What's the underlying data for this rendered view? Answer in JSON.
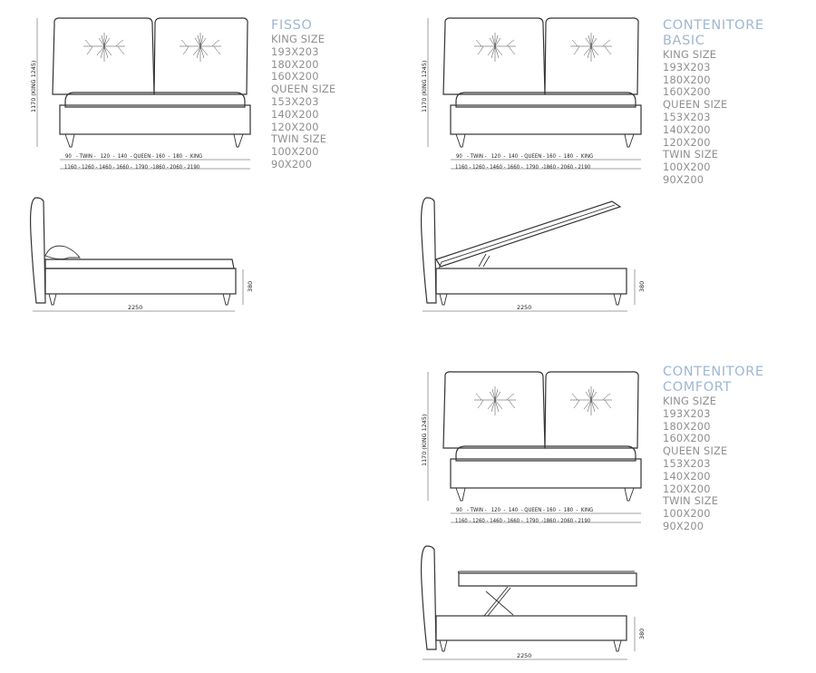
{
  "products": [
    {
      "title_lines": [
        "FISSO"
      ],
      "sections": [
        {
          "label": "KING SIZE",
          "sizes": [
            "193X203",
            "180X200",
            "160X200"
          ]
        },
        {
          "label": "QUEEN SIZE",
          "sizes": [
            "153X203",
            "140X200",
            "120X200"
          ]
        },
        {
          "label": "TWIN SIZE",
          "sizes": [
            "100X200",
            "90X200"
          ]
        }
      ],
      "height_label": "1170 (KING 1245)",
      "width_row1": "90   - TWIN -   120  -  140  - QUEEN - 160  -  180  -  KING",
      "width_row2": "1160 - 1260 - 1460 - 1660 -  1790  -1860 - 2060 - 2190",
      "length_label": "2250",
      "side_height_label": "380"
    },
    {
      "title_lines": [
        "CONTENITORE",
        "BASIC"
      ],
      "sections": [
        {
          "label": "KING SIZE",
          "sizes": [
            "193X203",
            "180X200",
            "160X200"
          ]
        },
        {
          "label": "QUEEN SIZE",
          "sizes": [
            "153X203",
            "140X200",
            "120X200"
          ]
        },
        {
          "label": "TWIN SIZE",
          "sizes": [
            "100X200",
            "90X200"
          ]
        }
      ],
      "height_label": "1170 (KING 1245)",
      "width_row1": "90   - TWIN -   120  -  140  - QUEEN - 160  -  180  -  KING",
      "width_row2": "1160 - 1260 - 1460 - 1660 -  1790  -1860 - 2060 - 2190",
      "length_label": "2250",
      "side_height_label": "380"
    },
    {
      "title_lines": [
        "CONTENITORE",
        "COMFORT"
      ],
      "sections": [
        {
          "label": "KING SIZE",
          "sizes": [
            "193X203",
            "180X200",
            "160X200"
          ]
        },
        {
          "label": "QUEEN SIZE",
          "sizes": [
            "153X203",
            "140X200",
            "120X200"
          ]
        },
        {
          "label": "TWIN SIZE",
          "sizes": [
            "100X200",
            "90X200"
          ]
        }
      ],
      "height_label": "1170 (KING 1245)",
      "width_row1": "90   - TWIN -   120  -  140  - QUEEN - 160  -  180  -  KING",
      "width_row2": "1160 - 1260 - 1460 - 1660 -  1790  -1860 - 2060 - 2190",
      "length_label": "2250",
      "side_height_label": "380"
    }
  ],
  "colors": {
    "title": "#9fb7d1",
    "text": "#8f8f8f",
    "line": "#333333"
  }
}
